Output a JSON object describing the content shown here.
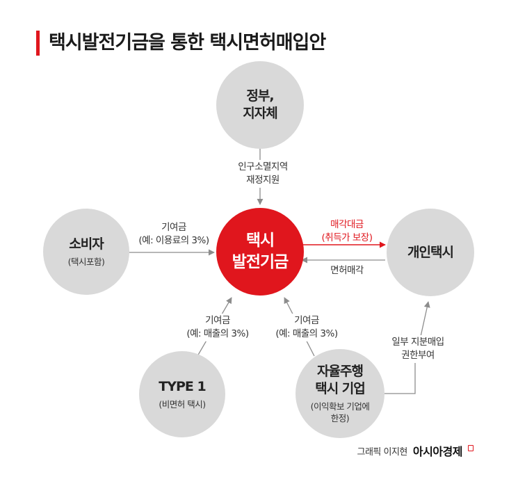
{
  "title": "택시발전기금을 통한 택시면허매입안",
  "nodes": {
    "center": "택시\n발전기금",
    "government": "정부,\n지자체",
    "consumer": {
      "main": "소비자",
      "sub": "(택시포함)"
    },
    "individual_taxi": "개인택시",
    "type1": {
      "main": "TYPE 1",
      "sub": "(비면허 택시)"
    },
    "autonomous": {
      "main": "자율주행\n택시 기업",
      "sub": "(이익확보 기업에\n한정)"
    }
  },
  "flows": {
    "gov_to_fund": "인구소멸지역\n재정지원",
    "consumer_to_fund": "기여금\n(예: 이용료의 3%)",
    "fund_to_individual": "매각대금\n(취득가 보장)",
    "individual_to_fund": "면허매각",
    "type1_to_fund": "기여금\n(예: 매출의 3%)",
    "autonomous_to_fund": "기여금\n(예: 매출의 3%)",
    "autonomous_to_individual": "일부 지분매입\n권한부여"
  },
  "credit": {
    "byline": "그래픽 이지현",
    "brand": "아시아경제"
  },
  "colors": {
    "accent": "#e0161d",
    "node": "#d9d9d9",
    "arrow": "#8c8c8c"
  }
}
